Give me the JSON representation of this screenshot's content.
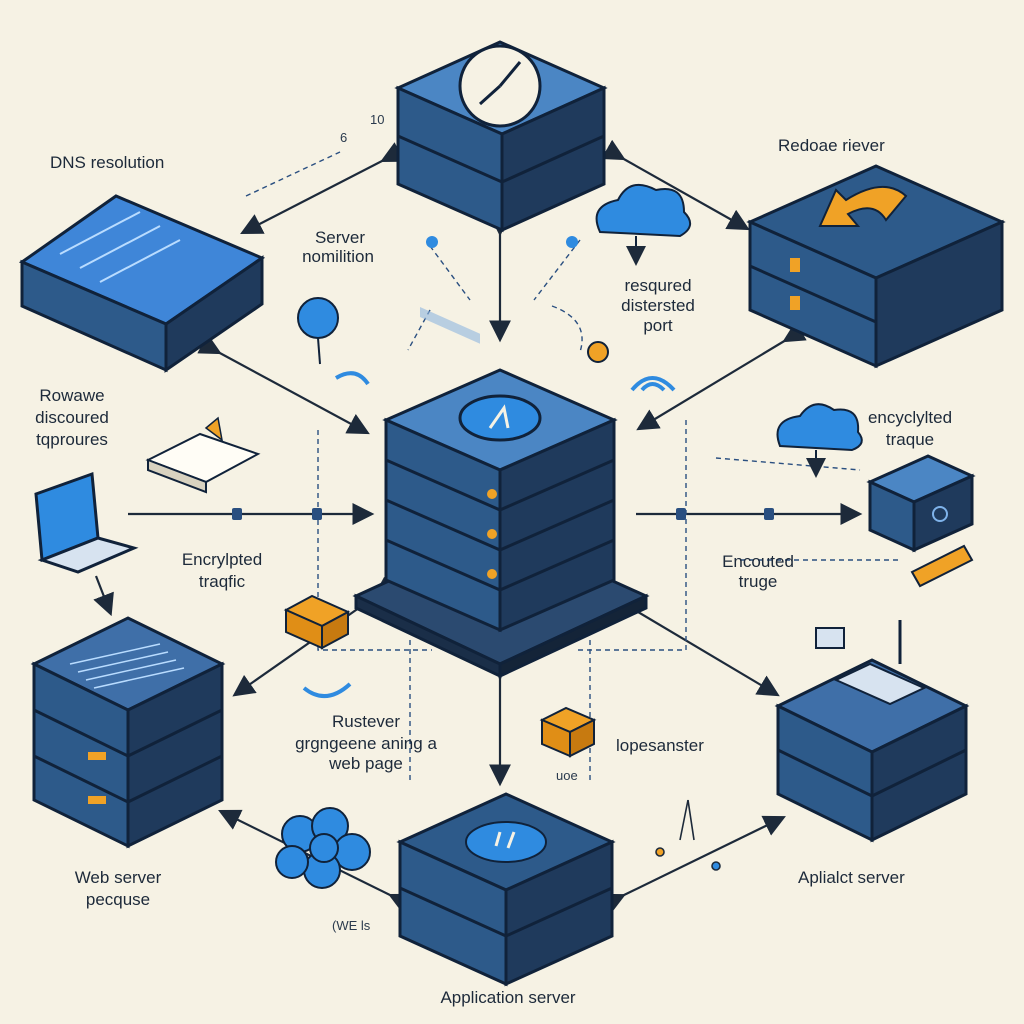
{
  "labels": {
    "dns_resolution": "DNS resolution",
    "server_nomilition": [
      "Server",
      "nomilition"
    ],
    "redoae_riever": "Redoae riever",
    "resqured": [
      "resqured",
      "distersted",
      "port"
    ],
    "rewawe": [
      "Rowawe",
      "discoured",
      "tqproures"
    ],
    "encyclylted": [
      "encyclylted",
      "traque"
    ],
    "encrypted_traffic": [
      "Encrylpted",
      "traqfic"
    ],
    "encouted_truge": [
      "Encouted",
      "truge"
    ],
    "rustever": [
      "Rustever",
      "grgngeene aning a",
      "web page"
    ],
    "uoe": "uoe",
    "lopesanster": "lopesanster",
    "web_server": [
      "Web   server",
      "pecquse"
    ],
    "wie_ls": "(WE ls",
    "aplialct_server": "Aplialct server",
    "application_server": "Application server",
    "tick_marks": [
      "6",
      "10"
    ]
  },
  "colors": {
    "background": "#f6f2e4",
    "server_dark": "#1f3a5c",
    "server_mid": "#2d5a8a",
    "server_light": "#4b86c4",
    "accent_blue": "#2f8be0",
    "accent_orange": "#f0a226",
    "line": "#1d2a3a"
  }
}
